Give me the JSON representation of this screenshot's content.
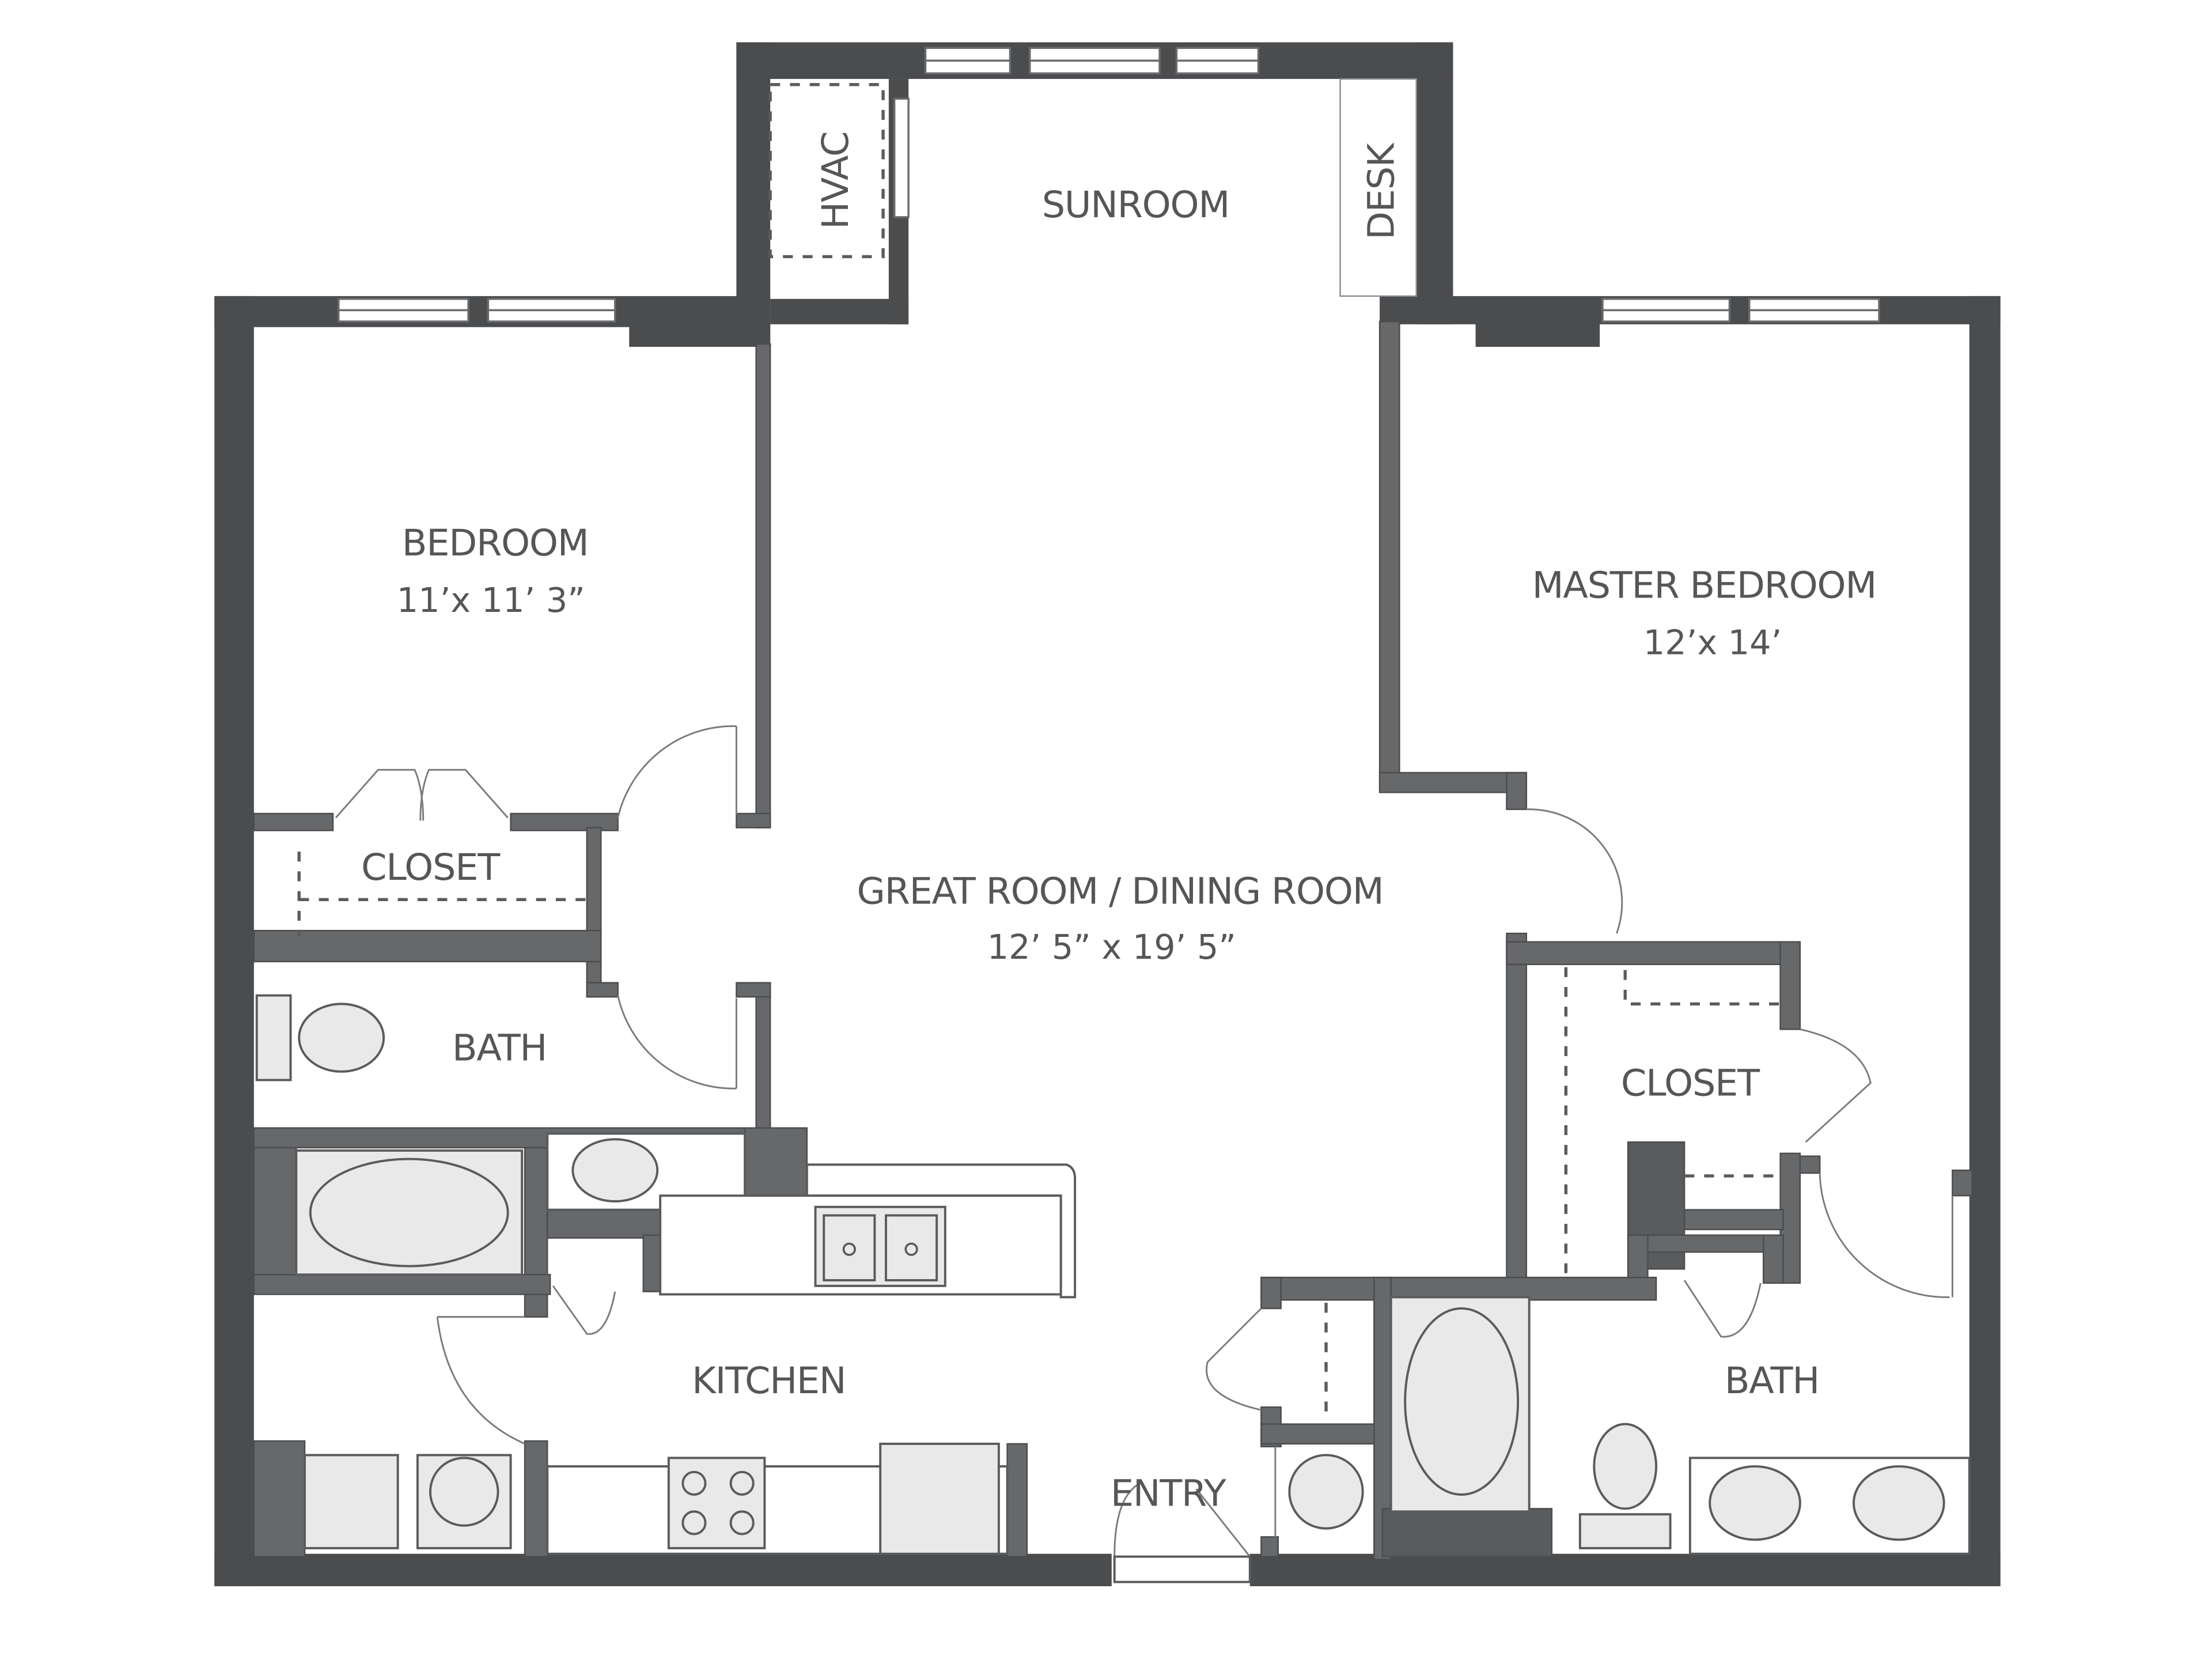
{
  "plan": {
    "type": "floor-plan",
    "colors": {
      "wall": "#4b4c4e",
      "interior_wall": "#67686a",
      "fixture": "#e9e9e9",
      "text": "#555658",
      "background": "#ffffff"
    },
    "rooms": {
      "sunroom": {
        "name": "SUNROOM"
      },
      "hvac": {
        "name": "HVAC"
      },
      "desk": {
        "name": "DESK"
      },
      "bedroom": {
        "name": "BEDROOM",
        "dimensions": "11’x 11’ 3”"
      },
      "master_bedroom": {
        "name": "MASTER BEDROOM",
        "dimensions": "12’x 14’"
      },
      "great_room": {
        "name": "GREAT ROOM / DINING ROOM",
        "dimensions": "12’ 5” x 19’ 5”"
      },
      "closet_left": {
        "name": "CLOSET"
      },
      "bath_left": {
        "name": "BATH"
      },
      "closet_master": {
        "name": "CLOSET"
      },
      "bath_master": {
        "name": "BATH"
      },
      "kitchen": {
        "name": "KITCHEN"
      },
      "entry": {
        "name": "ENTRY"
      }
    }
  }
}
